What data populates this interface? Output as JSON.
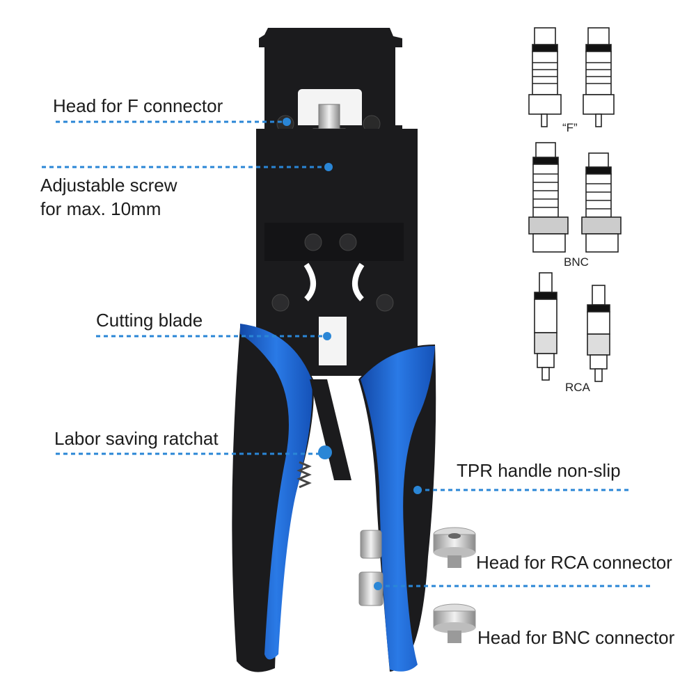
{
  "callouts": {
    "f_head": "Head for F connector",
    "screw_line1": "Adjustable screw",
    "screw_line2": "for max. 10mm",
    "blade": "Cutting blade",
    "ratchet": "Labor saving ratchat",
    "handle": "TPR handle non-slip",
    "rca_head": "Head for RCA connector",
    "bnc_head": "Head for BNC connector"
  },
  "connectors": {
    "f": "“F”",
    "bnc": "BNC",
    "rca": "RCA"
  },
  "colors": {
    "tool_black": "#1b1b1d",
    "handle_blue": "#1b62c8",
    "leader": "#2a86d6"
  }
}
